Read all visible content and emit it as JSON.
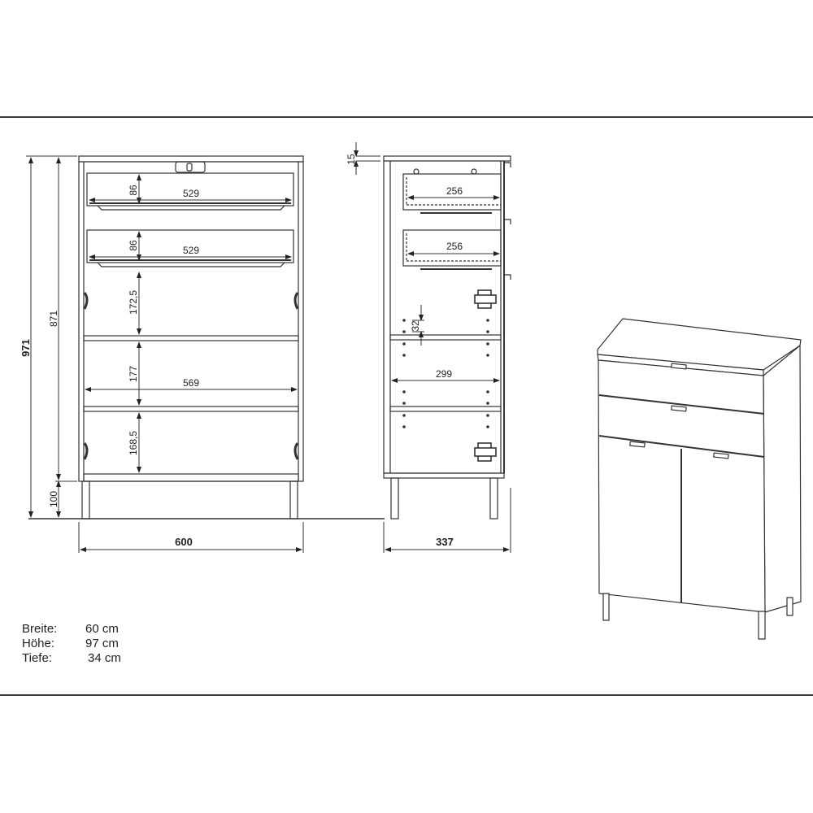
{
  "front_view": {
    "overall_height": "971",
    "body_height": "871",
    "leg_height": "100",
    "width": "600",
    "drawer1_height": "86",
    "drawer1_width": "529",
    "drawer2_height": "86",
    "drawer2_width": "529",
    "compartment1_height": "172,5",
    "compartment2_height": "177",
    "interior_width": "569",
    "compartment3_height": "168,5"
  },
  "side_view": {
    "top_thickness": "15",
    "drawer1_depth": "256",
    "drawer2_depth": "256",
    "hole_spacing": "32",
    "interior_depth": "299",
    "depth": "337"
  },
  "specs": [
    {
      "label": "Breite:",
      "value": "60 cm"
    },
    {
      "label": "Höhe:",
      "value": "97 cm"
    },
    {
      "label": "Tiefe:",
      "value": "34 cm"
    }
  ],
  "colors": {
    "line": "#3a3a3a",
    "background": "#ffffff"
  }
}
